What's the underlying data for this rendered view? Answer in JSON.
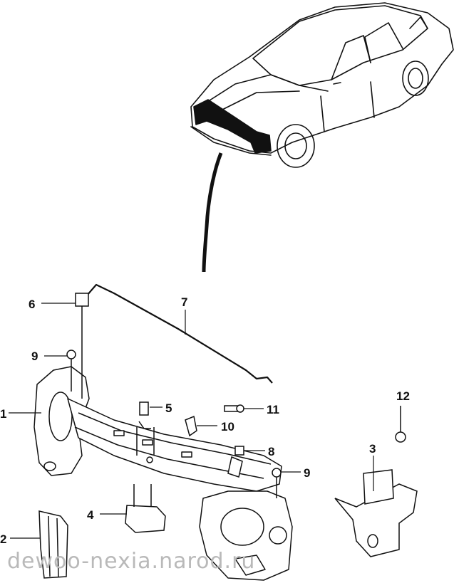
{
  "diagram": {
    "callouts": [
      {
        "id": "1",
        "label": "1"
      },
      {
        "id": "2",
        "label": "2"
      },
      {
        "id": "3",
        "label": "3"
      },
      {
        "id": "4",
        "label": "4"
      },
      {
        "id": "5",
        "label": "5"
      },
      {
        "id": "6",
        "label": "6"
      },
      {
        "id": "7",
        "label": "7"
      },
      {
        "id": "8",
        "label": "8"
      },
      {
        "id": "9a",
        "label": "9"
      },
      {
        "id": "9b",
        "label": "9"
      },
      {
        "id": "10",
        "label": "10"
      },
      {
        "id": "11",
        "label": "11"
      },
      {
        "id": "12",
        "label": "12"
      }
    ],
    "watermark": "dewoo-nexia.narod.ru"
  }
}
